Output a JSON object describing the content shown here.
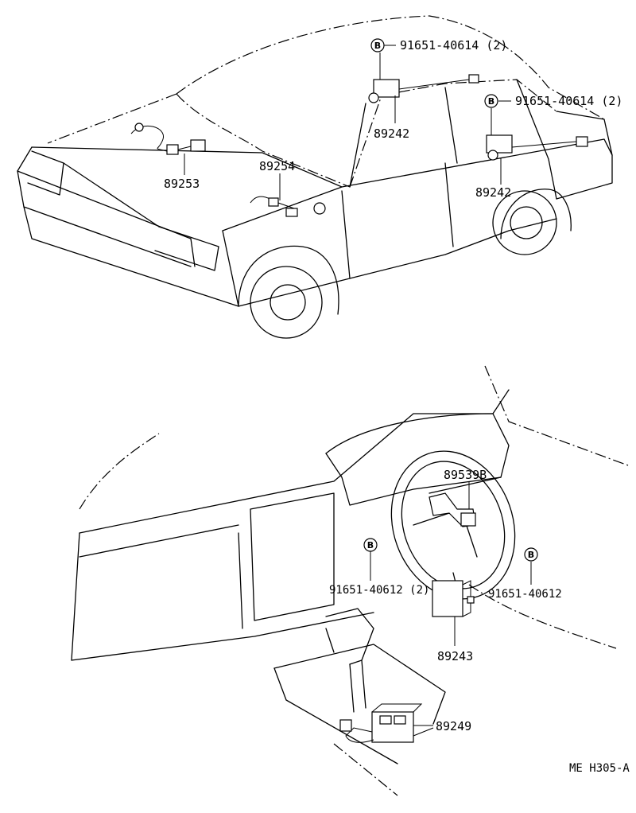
{
  "parts": {
    "p89242_top": "89242",
    "p89242_rear": "89242",
    "p89253": "89253",
    "p89254": "89254",
    "p89539b": "89539B",
    "p89243": "89243",
    "p89249": "89249"
  },
  "bolts": {
    "bolt_top": "91651-40614 (2)",
    "bolt_rear": "91651-40614 (2)",
    "bolt_left": "91651-40612 (2)",
    "bolt_right": "91651-40612",
    "marker": "B"
  },
  "figure_code": "ME H305-A"
}
